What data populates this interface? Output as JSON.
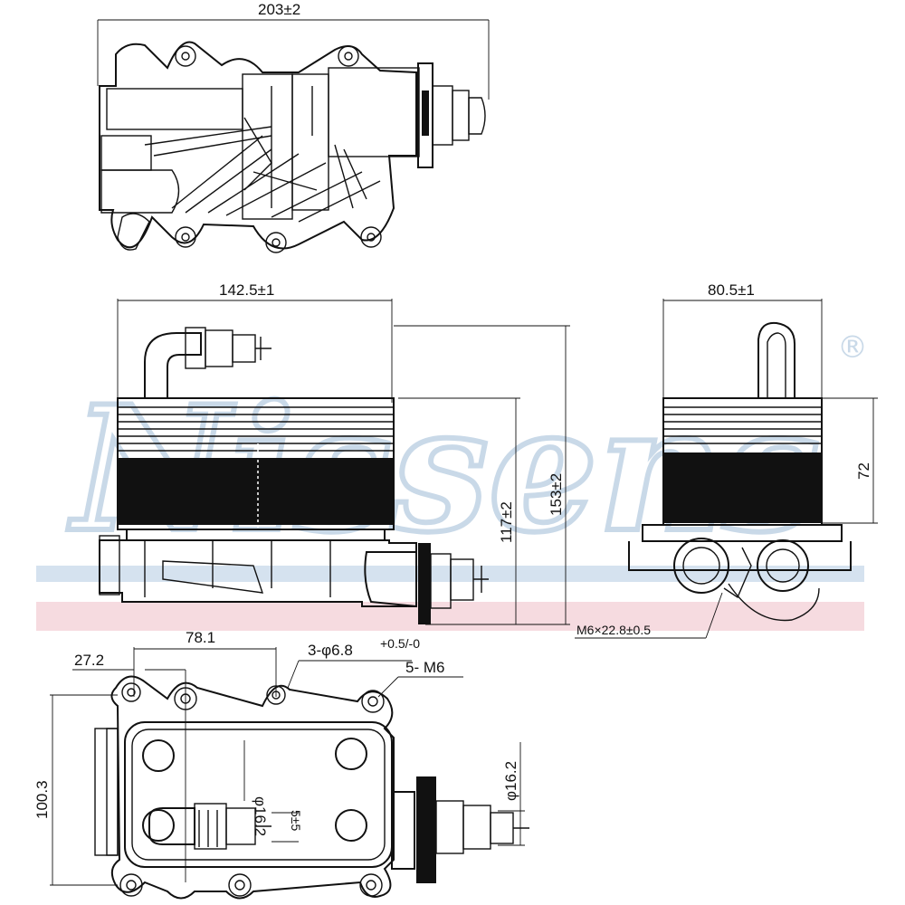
{
  "watermark": {
    "brand": "Nissens",
    "registered_mark": "®",
    "band_colors": {
      "blue": "#c9d9e8",
      "pink": "#f3d5da"
    }
  },
  "dimensions": {
    "top_view_length": "203±2",
    "front_width": "142.5±1",
    "front_total_height": "153±2",
    "front_core_height": "117±2",
    "side_width": "80.5±1",
    "side_core_height": "72",
    "mount_thread": "M6×22.8±0.5",
    "base_hole_spacing": "78.1",
    "base_edge_offset": "27.2",
    "holes_spec": "3-φ6.8",
    "holes_tolerance": "+0.5/-0",
    "threads_spec": "5- M6",
    "base_height": "100.3",
    "port_diameter_inner": "φ16.2",
    "port_diameter_outer": "φ16.2",
    "port_offset": "5±5"
  }
}
